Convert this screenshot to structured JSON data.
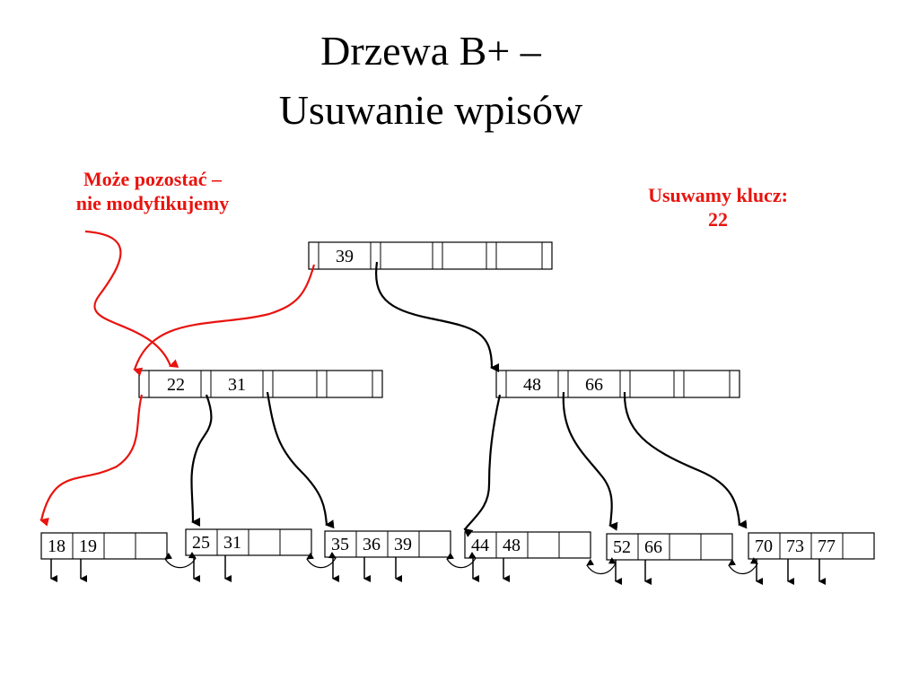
{
  "slide": {
    "title_line1": "Drzewa B+ –",
    "title_line2": "Usuwanie wpisów",
    "note_left_line1": "Może pozostać –",
    "note_left_line2": "nie modyfikujemy",
    "note_right_line1": "Usuwamy klucz:",
    "note_right_line2": "22",
    "accent_color": "#e8140f"
  },
  "tree": {
    "root": {
      "keys": [
        "39",
        "",
        "",
        ""
      ]
    },
    "inner": [
      {
        "keys": [
          "22",
          "31",
          "",
          ""
        ]
      },
      {
        "keys": [
          "48",
          "66",
          "",
          ""
        ]
      }
    ],
    "leaves": [
      {
        "keys": [
          "18",
          "19",
          "",
          ""
        ]
      },
      {
        "keys": [
          "25",
          "31",
          "",
          ""
        ]
      },
      {
        "keys": [
          "35",
          "36",
          "39",
          ""
        ]
      },
      {
        "keys": [
          "44",
          "48",
          "",
          ""
        ]
      },
      {
        "keys": [
          "52",
          "66",
          "",
          ""
        ]
      },
      {
        "keys": [
          "70",
          "73",
          "77",
          ""
        ]
      }
    ]
  }
}
